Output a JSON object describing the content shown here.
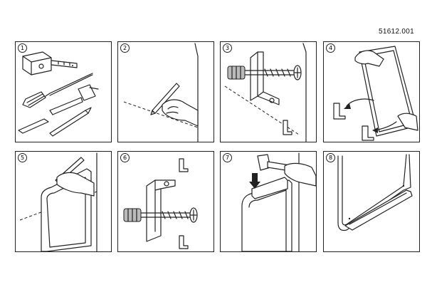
{
  "document": {
    "code": "51612.001",
    "steps": [
      {
        "number": "1"
      },
      {
        "number": "2"
      },
      {
        "number": "3"
      },
      {
        "number": "4"
      },
      {
        "number": "5"
      },
      {
        "number": "6"
      },
      {
        "number": "7"
      },
      {
        "number": "8"
      }
    ]
  }
}
